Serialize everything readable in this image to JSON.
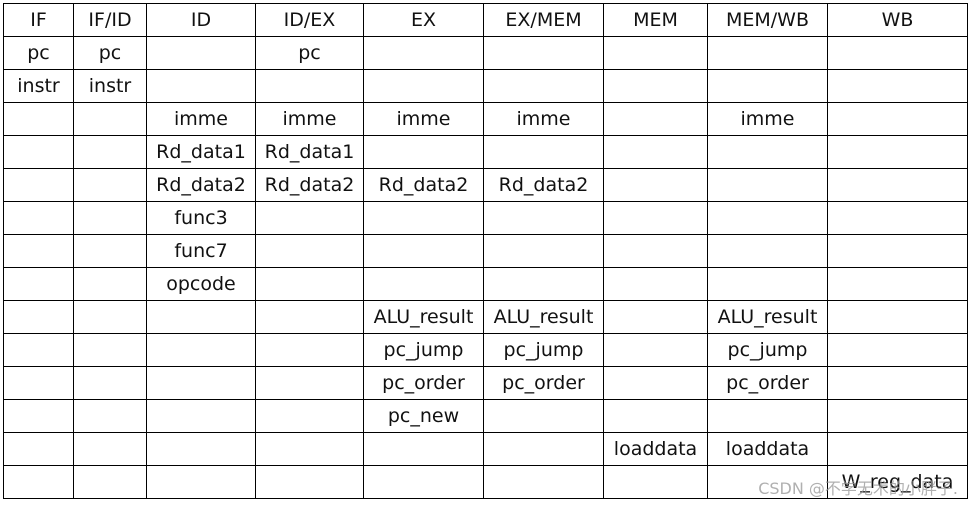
{
  "table": {
    "columns": [
      "IF",
      "IF/ID",
      "ID",
      "ID/EX",
      "EX",
      "EX/MEM",
      "MEM",
      "MEM/WB",
      "WB"
    ],
    "rows": [
      [
        "pc",
        "pc",
        "",
        "pc",
        "",
        "",
        "",
        "",
        ""
      ],
      [
        "instr",
        "instr",
        "",
        "",
        "",
        "",
        "",
        "",
        ""
      ],
      [
        "",
        "",
        "imme",
        "imme",
        "imme",
        "imme",
        "",
        "imme",
        ""
      ],
      [
        "",
        "",
        "Rd_data1",
        "Rd_data1",
        "",
        "",
        "",
        "",
        ""
      ],
      [
        "",
        "",
        "Rd_data2",
        "Rd_data2",
        "Rd_data2",
        "Rd_data2",
        "",
        "",
        ""
      ],
      [
        "",
        "",
        "func3",
        "",
        "",
        "",
        "",
        "",
        ""
      ],
      [
        "",
        "",
        "func7",
        "",
        "",
        "",
        "",
        "",
        ""
      ],
      [
        "",
        "",
        "opcode",
        "",
        "",
        "",
        "",
        "",
        ""
      ],
      [
        "",
        "",
        "",
        "",
        "ALU_result",
        "ALU_result",
        "",
        "ALU_result",
        ""
      ],
      [
        "",
        "",
        "",
        "",
        "pc_jump",
        "pc_jump",
        "",
        "pc_jump",
        ""
      ],
      [
        "",
        "",
        "",
        "",
        "pc_order",
        "pc_order",
        "",
        "pc_order",
        ""
      ],
      [
        "",
        "",
        "",
        "",
        "pc_new",
        "",
        "",
        "",
        ""
      ],
      [
        "",
        "",
        "",
        "",
        "",
        "",
        "loaddata",
        "loaddata",
        ""
      ],
      [
        "",
        "",
        "",
        "",
        "",
        "",
        "",
        "",
        "W_reg_data"
      ]
    ]
  },
  "watermark": "CSDN @不学无术的小胖子."
}
